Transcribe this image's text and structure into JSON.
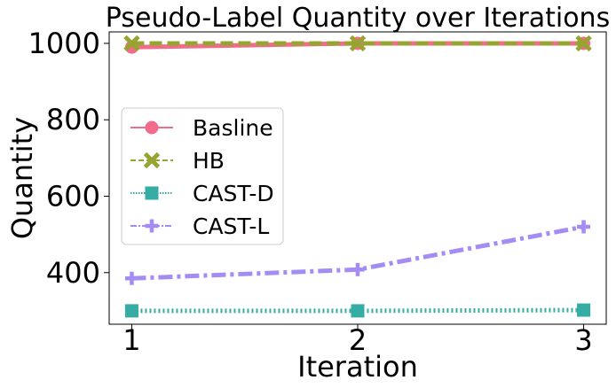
{
  "chart_data": {
    "type": "line",
    "title": "Pseudo-Label Quantity over Iterations",
    "xlabel": "Iteration",
    "ylabel": "Quantity",
    "x": [
      1,
      2,
      3
    ],
    "x_ticks": [
      "1",
      "2",
      "3"
    ],
    "y_ticks": [
      "400",
      "600",
      "800",
      "1000"
    ],
    "xlim": [
      0.9,
      3.1
    ],
    "ylim": [
      265,
      1030
    ],
    "grid": false,
    "legend_position": "center-left",
    "series": [
      {
        "name": "Basline",
        "values": [
          990,
          1000,
          1000
        ],
        "color": "#F26B8A",
        "marker": "circle",
        "dash": "solid"
      },
      {
        "name": "HB",
        "values": [
          1000,
          1000,
          1000
        ],
        "color": "#97A431",
        "marker": "x",
        "dash": "dashed"
      },
      {
        "name": "CAST-D",
        "values": [
          300,
          300,
          302
        ],
        "color": "#36ADA4",
        "marker": "square",
        "dash": "dotted"
      },
      {
        "name": "CAST-L",
        "values": [
          385,
          408,
          520
        ],
        "color": "#A48CF4",
        "marker": "plus",
        "dash": "dashdot"
      }
    ]
  }
}
